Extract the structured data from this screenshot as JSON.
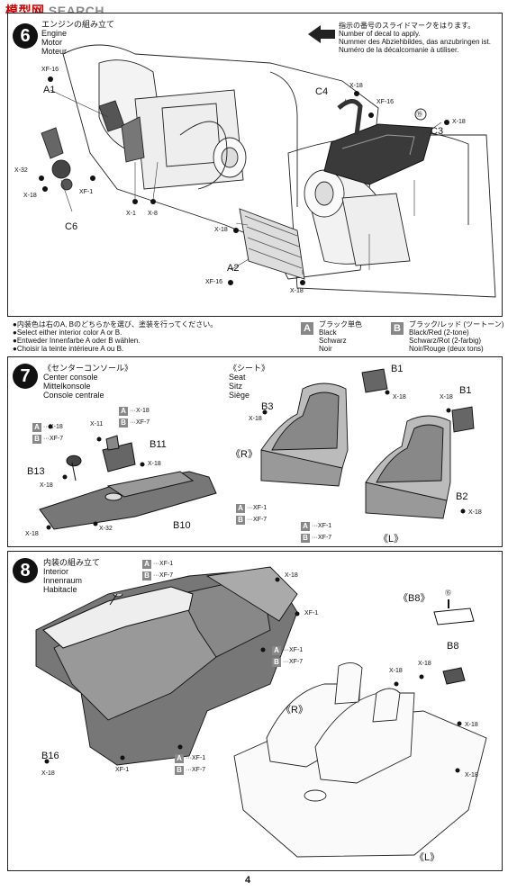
{
  "watermark": {
    "part1": "模型网",
    "part2": "SEARCH"
  },
  "step6": {
    "title_jp": "エンジンの組み立て",
    "title_en": "Engine",
    "title_de": "Motor",
    "title_fr": "Moteur",
    "decal_note": [
      "指示の番号のスライドマークをはります。",
      "Number of decal to apply.",
      "Nummer des Abziehbildes, das anzubringen ist.",
      "Numéro de la décalcomanie à utiliser."
    ],
    "labels": {
      "xf16a": "XF-16",
      "a1": "A1",
      "x32": "X-32",
      "x18a": "X-18",
      "xf1": "XF-1",
      "c6": "C6",
      "x1": "X-1",
      "x8": "X-8",
      "c4": "C4",
      "x18b": "X-18",
      "xf16b": "XF-16",
      "d19": "⑲",
      "x18c": "X-18",
      "c3": "C3",
      "x18d": "X-18",
      "a2": "A2",
      "xf16c": "XF-16",
      "x18e": "X-18"
    }
  },
  "color_note": {
    "lines": [
      "●内装色は右のA, Bのどちらかを選び、塗装を行ってください。",
      "●Select either interior color A or B.",
      "●Entweder Innenfarbe A oder B wählen.",
      "●Choisir la teinte intérieure A ou B."
    ],
    "a_letter": "A",
    "a_lines": [
      "ブラック単色",
      "Black",
      "Schwarz",
      "Noir"
    ],
    "b_letter": "B",
    "b_lines": [
      "ブラック/レッド (ツートーン)",
      "Black/Red (2-tone)",
      "Schwarz/Rot (2-farbig)",
      "Noir/Rouge (deux tons)"
    ]
  },
  "step7": {
    "number": "7",
    "console_title": [
      "《センターコンソール》",
      "Center console",
      "Mittelkonsole",
      "Console centrale"
    ],
    "seat_title": [
      "《シート》",
      "Seat",
      "Sitz",
      "Siège"
    ],
    "labels": {
      "a_x18": "···X-18",
      "b_xf7": "···XF-7",
      "x11": "X-11",
      "a_x18b": "···X-18",
      "b_xf7b": "···XF-7",
      "b11": "B11",
      "x18a": "X-18",
      "b13": "B13",
      "x18b": "X-18",
      "x18c": "X-18",
      "x32": "X-32",
      "b10": "B10",
      "b1a": "B1",
      "x18d": "X-18",
      "b3": "B3",
      "x18e": "X-18",
      "r": "《R》",
      "x18f": "X-18",
      "b1b": "B1",
      "a_xf1": "···XF-1",
      "b_xf7c": "···XF-7",
      "b2": "B2",
      "x18g": "X-18",
      "a_xf1b": "···XF-1",
      "b_xf7d": "···XF-7",
      "l": "《L》"
    }
  },
  "step8": {
    "number": "8",
    "title": [
      "内装の組み立て",
      "Interior",
      "Innenraum",
      "Habitacle"
    ],
    "labels": {
      "a_xf1": "···XF-1",
      "b_xf7": "···XF-7",
      "x18a": "X-18",
      "xf1a": "XF-1",
      "a_xf1b": "···XF-1",
      "b_xf7b": "···XF-7",
      "b16": "B16",
      "x18b": "X-18",
      "xf1b": "XF-1",
      "a_xf1c": "···XF-1",
      "b_xf7c": "···XF-7",
      "b8t": "《B8》",
      "d15": "⑮",
      "b8": "B8",
      "x18c": "X-18",
      "x18d": "X-18",
      "x18e": "X-18",
      "r": "《R》",
      "x18f": "X-18",
      "l": "《L》"
    }
  },
  "page_number": "4"
}
